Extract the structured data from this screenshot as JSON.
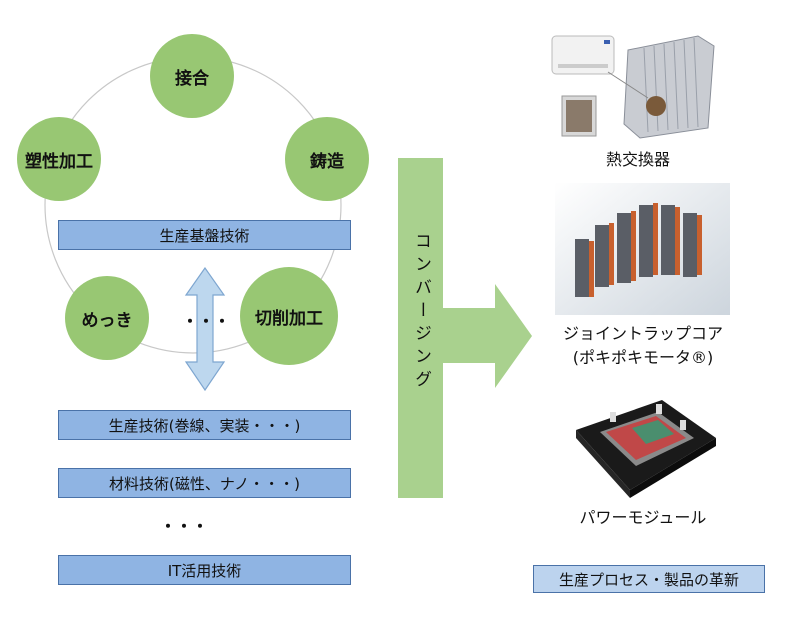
{
  "cycle": {
    "nodes": {
      "joining": "接合",
      "casting": "鋳造",
      "cutting": "切削加工",
      "plating": "めっき",
      "plastic_working": "塑性加工"
    },
    "ellipsis": "・・・",
    "foundation_label": "生産基盤技術"
  },
  "tech_bars": {
    "production": "生産技術(巻線、実装・・・)",
    "materials": "材料技術(磁性、ナノ・・・)",
    "dots": "・・・",
    "it": "IT活用技術"
  },
  "convergence_label": "コンバージング",
  "products": {
    "heat_exchanger": "熱交換器",
    "joint_lap_core_line1": "ジョイントラップコア",
    "joint_lap_core_line2": "(ポキポキモータ®)",
    "power_module": "パワーモジュール",
    "innovation": "生産プロセス・製品の革新"
  },
  "colors": {
    "node_green": "#98c773",
    "bar_blue": "#8fb4e3",
    "arrow_green": "#a9d18e",
    "double_arrow": "#bdd7ee"
  }
}
